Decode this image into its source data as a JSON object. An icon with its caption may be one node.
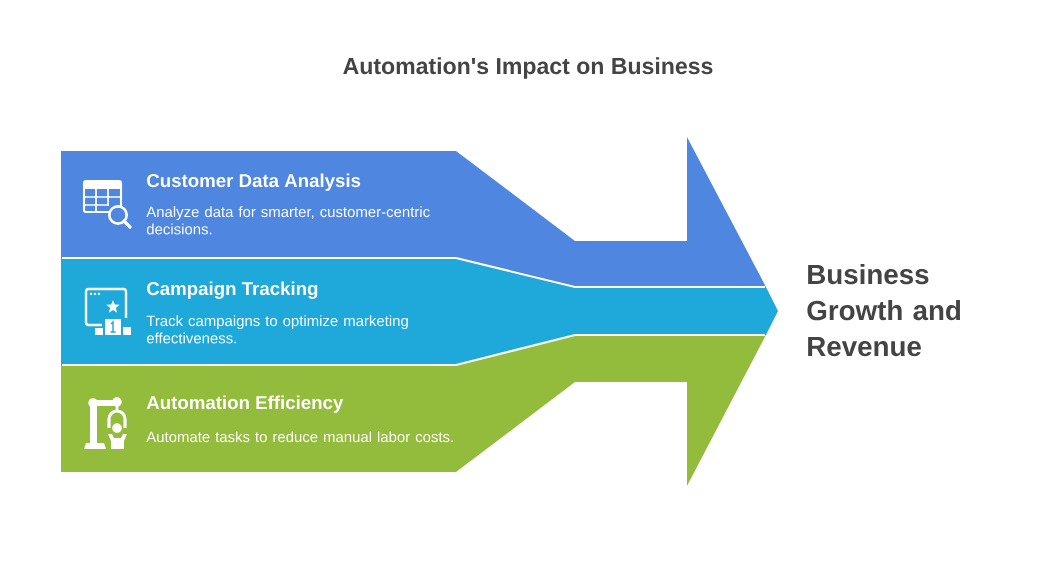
{
  "diagram": {
    "title": "Automation's Impact on Business",
    "nodes": [
      {
        "text": [
          "Customer Data Analysis",
          "Analyze data for smarter, customer-centric decisions."
        ]
      },
      {
        "text": [
          "Campaign Tracking",
          "Track campaigns to optimize marketing effectiveness."
        ]
      },
      {
        "text": [
          "Automation Efficiency",
          "Automate tasks to reduce manual labor costs."
        ]
      }
    ],
    "labels": [
      "Business Growth and Revenue"
    ]
  }
}
